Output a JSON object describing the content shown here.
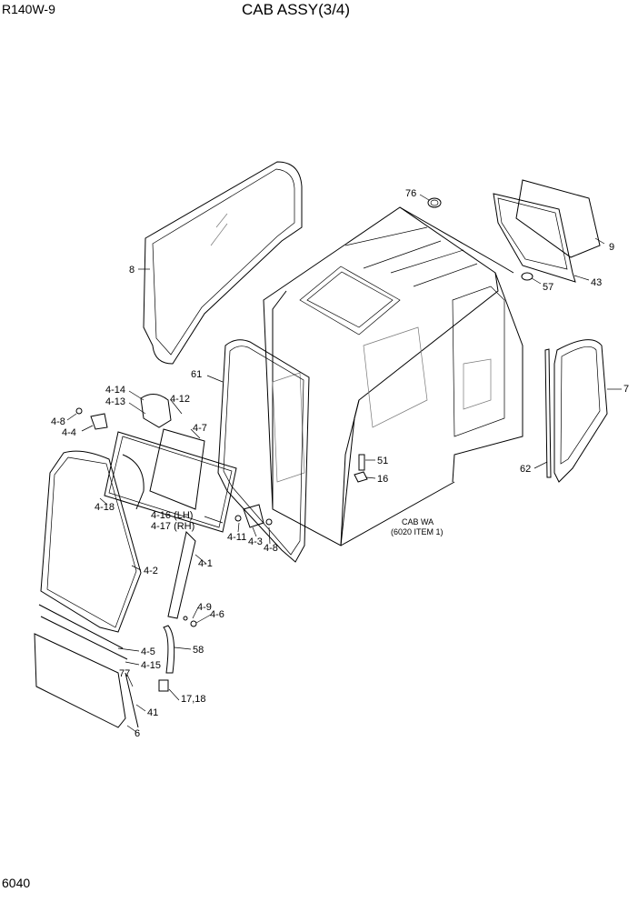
{
  "header": {
    "model": "R140W-9",
    "title": "CAB ASSY(3/4)"
  },
  "footer": {
    "page_number": "6040"
  },
  "note": {
    "line1": "CAB WA",
    "line2": "(6020 ITEM 1)"
  },
  "callouts": [
    "76",
    "9",
    "43",
    "57",
    "8",
    "7",
    "61",
    "62",
    "4-14",
    "4-13",
    "4-12",
    "4-8",
    "4-4",
    "4-7",
    "51",
    "16",
    "4-18",
    "4-16 (LH)",
    "4-17 (RH)",
    "4-11",
    "4-3",
    "4-8",
    "4-2",
    "4-1",
    "4-9",
    "4-6",
    "4-5",
    "4-15",
    "58",
    "77",
    "17,18",
    "41",
    "6"
  ]
}
